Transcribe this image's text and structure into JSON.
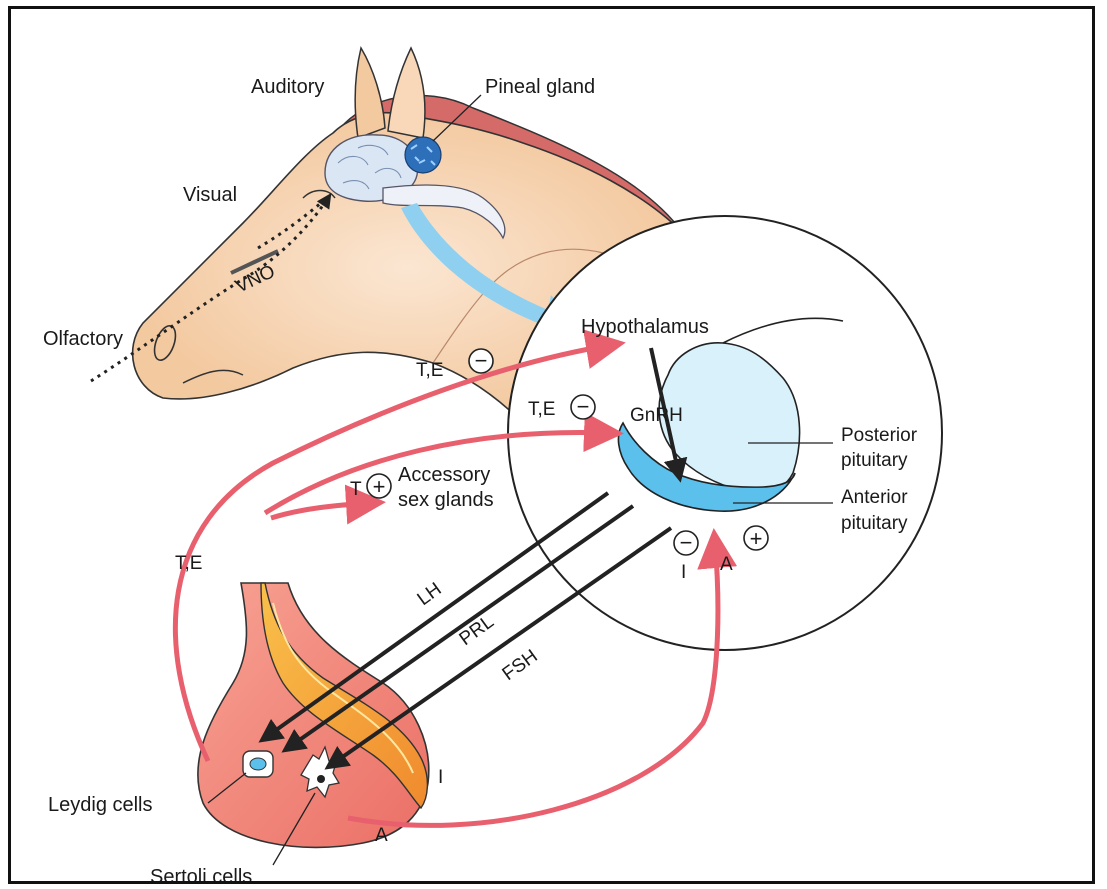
{
  "labels": {
    "auditory": "Auditory",
    "pineal_gland": "Pineal gland",
    "visual": "Visual",
    "vno": "VNO",
    "olfactory": "Olfactory",
    "hypothalamus": "Hypothalamus",
    "te_outer": "T,E",
    "te_inner": "T,E",
    "gnrh": "GnRH",
    "posterior_pituitary_1": "Posterior",
    "posterior_pituitary_2": "pituitary",
    "anterior_pituitary_1": "Anterior",
    "anterior_pituitary_2": "pituitary",
    "t_accessory": "T",
    "accessory_1": "Accessory",
    "accessory_2": "sex glands",
    "te_left": "T,E",
    "lh": "LH",
    "prl": "PRL",
    "fsh": "FSH",
    "i_inhibin_circle": "I",
    "a_activin_circle": "A",
    "i_testis": "I",
    "a_testis": "A",
    "leydig": "Leydig cells",
    "sertoli": "Sertoli cells"
  },
  "signs": {
    "minus": "−",
    "plus": "+"
  },
  "colors": {
    "pink_arrow": "#e8606e",
    "blue_arrow": "#8fd0f0",
    "anterior_pituitary": "#5cc0ec",
    "posterior_pituitary": "#d9f1fb",
    "testis": "#f08478",
    "epididymis": "#f4a33c",
    "horse_skin": "#f6d2ae",
    "mane": "#d56b68"
  }
}
